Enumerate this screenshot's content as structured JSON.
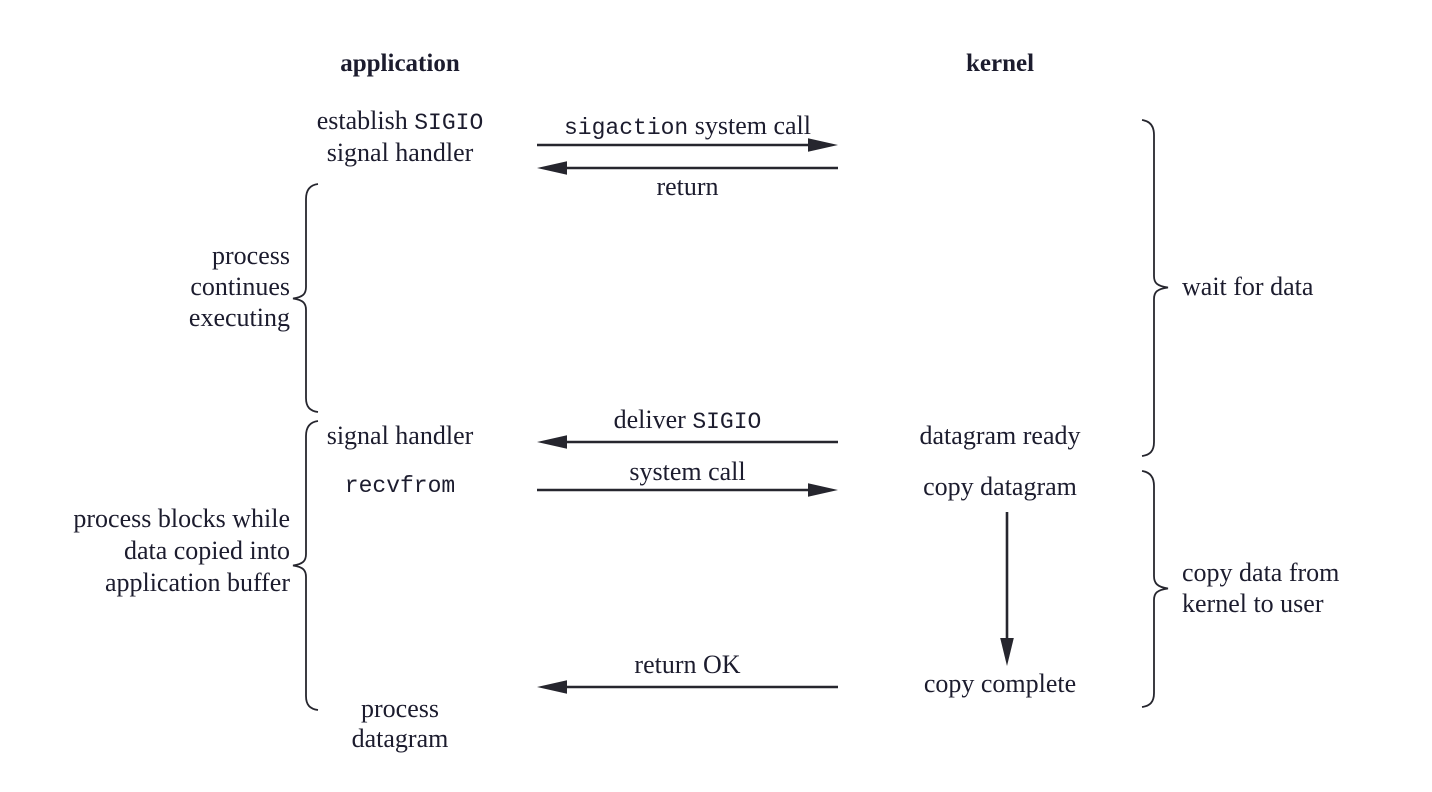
{
  "headers": {
    "application": "application",
    "kernel": "kernel"
  },
  "application_column": {
    "establish_prefix": "establish ",
    "establish_mono": "SIGIO",
    "establish_line2": "signal handler",
    "signal_handler": "signal handler",
    "recvfrom": "recvfrom",
    "process_datagram_line1": "process",
    "process_datagram_line2": "datagram"
  },
  "kernel_column": {
    "datagram_ready": "datagram ready",
    "copy_datagram": "copy datagram",
    "copy_complete": "copy complete"
  },
  "arrow_labels": {
    "sigaction_mono": "sigaction",
    "sigaction_suffix": " system call",
    "return_label": "return",
    "deliver_prefix": "deliver ",
    "deliver_mono": "SIGIO",
    "system_call": "system call",
    "return_ok": "return OK"
  },
  "side_labels": {
    "process_continues": [
      "process",
      "continues",
      "executing"
    ],
    "process_blocks": [
      "process blocks while",
      "data copied into",
      "application buffer"
    ],
    "wait_for_data": "wait for data",
    "copy_data": [
      "copy data from",
      "kernel to user"
    ]
  },
  "colors": {
    "text": "#1c1c2e",
    "line": "#26262e",
    "background": "#ffffff"
  }
}
